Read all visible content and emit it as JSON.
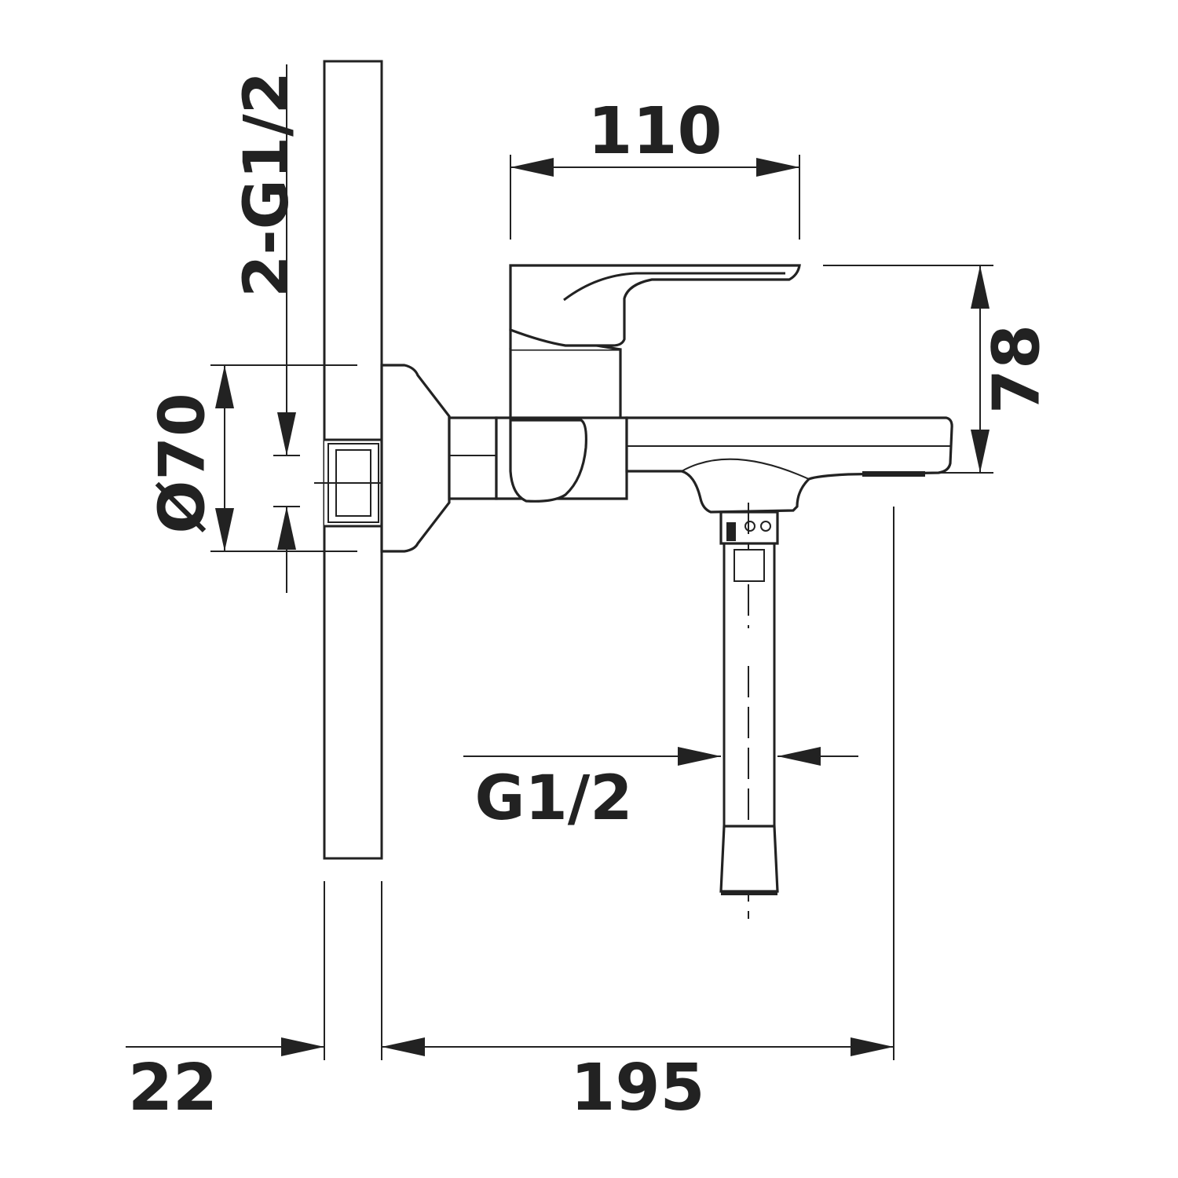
{
  "drawing": {
    "dimensions": {
      "supply_thread": "2-G1/2",
      "escutcheon_diameter": "Ø70",
      "lever_length": "110",
      "height": "78",
      "hose_thread": "G1/2",
      "wall_offset": "22",
      "projection": "195"
    }
  }
}
